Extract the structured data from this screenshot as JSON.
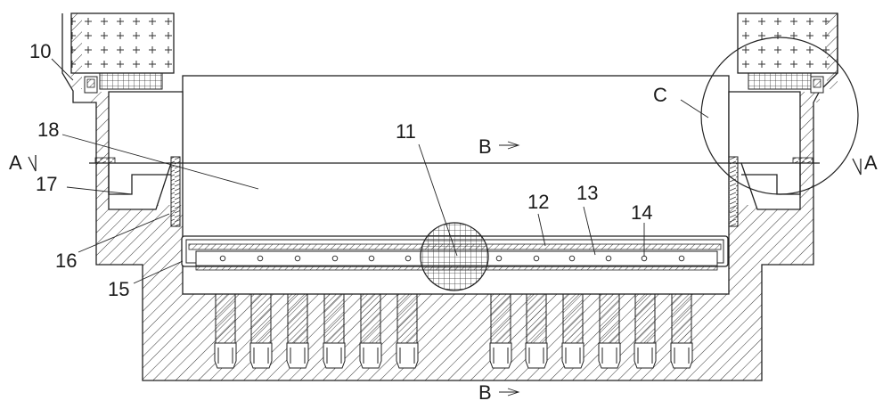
{
  "labels": {
    "n10": "10",
    "n18": "18",
    "n17": "17",
    "n16": "16",
    "n15": "15",
    "n11": "11",
    "n12": "12",
    "n13": "13",
    "n14": "14",
    "c": "C",
    "a_left": "A",
    "a_right": "A",
    "b_top": "B",
    "b_bottom": "B"
  },
  "colors": {
    "line": "#222222",
    "background": "#ffffff"
  }
}
